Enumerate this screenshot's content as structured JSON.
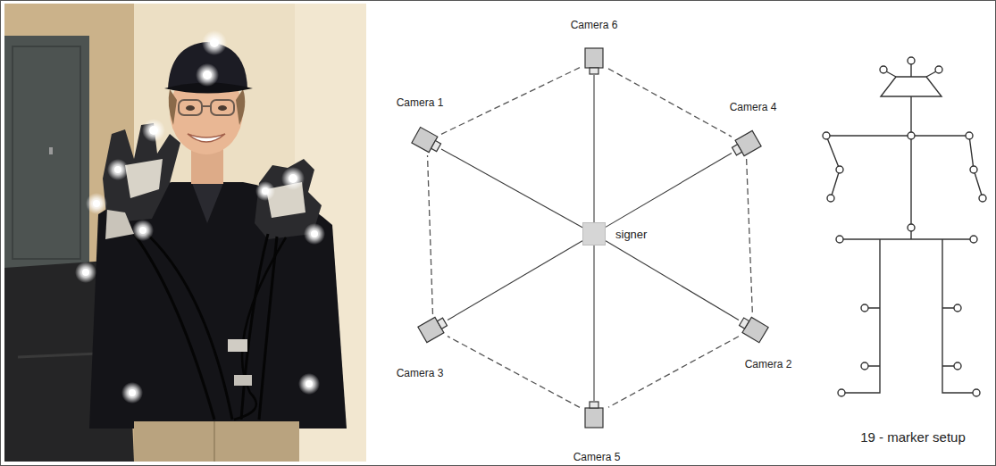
{
  "diagram": {
    "nodes": [
      {
        "text": [
          "Camera 6"
        ]
      },
      {
        "text": [
          "Camera 1"
        ]
      },
      {
        "text": [
          "Camera 4"
        ]
      },
      {
        "text": [
          "signer"
        ]
      },
      {
        "text": [
          "Camera 3"
        ]
      },
      {
        "text": [
          "Camera 2"
        ]
      },
      {
        "text": [
          "Camera 5"
        ]
      }
    ],
    "edges": [
      {
        "from": 0,
        "to": 3,
        "arrow": "none"
      },
      {
        "from": 1,
        "to": 3,
        "arrow": "none"
      },
      {
        "from": 2,
        "to": 3,
        "arrow": "none"
      },
      {
        "from": 4,
        "to": 3,
        "arrow": "none"
      },
      {
        "from": 5,
        "to": 3,
        "arrow": "none"
      },
      {
        "from": 6,
        "to": 3,
        "arrow": "none"
      },
      {
        "from": 0,
        "to": 2,
        "arrow": "none"
      },
      {
        "from": 2,
        "to": 5,
        "arrow": "none"
      },
      {
        "from": 5,
        "to": 6,
        "arrow": "none"
      },
      {
        "from": 6,
        "to": 4,
        "arrow": "none"
      },
      {
        "from": 4,
        "to": 1,
        "arrow": "none"
      },
      {
        "from": 1,
        "to": 0,
        "arrow": "none"
      }
    ],
    "labels": [
      "19 - marker setup"
    ]
  }
}
